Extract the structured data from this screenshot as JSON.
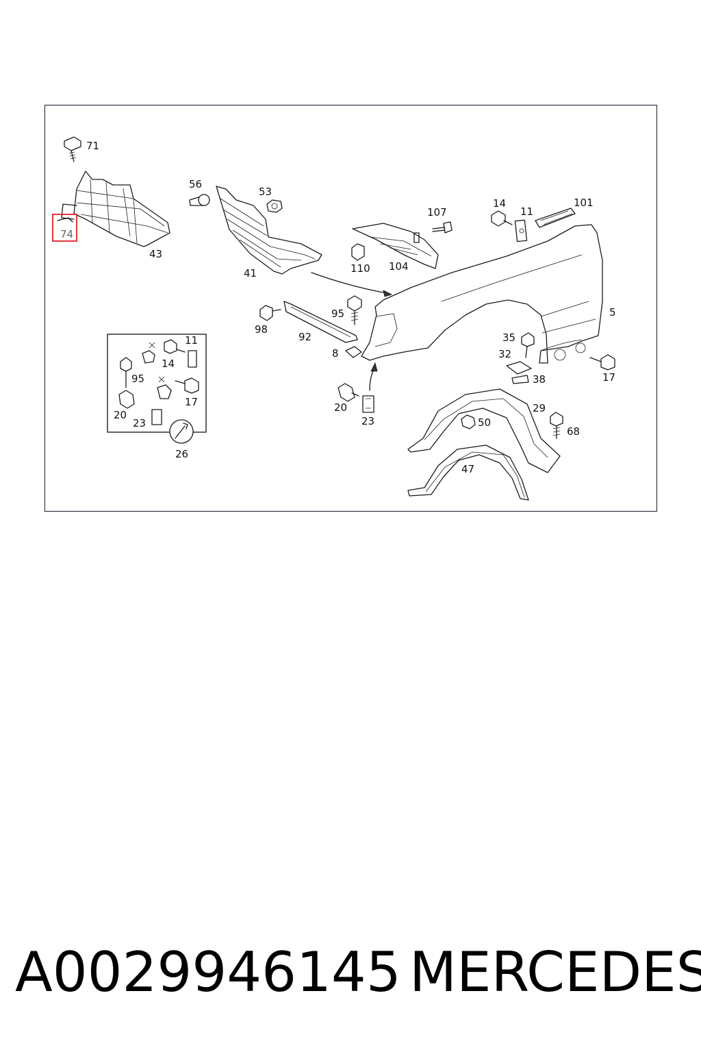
{
  "diagram": {
    "highlight_color": "#e0202a",
    "frame_color": "#1a1a2e",
    "highlighted_label": "74",
    "labels": {
      "l71": "71",
      "l74": "74",
      "l43": "43",
      "l56": "56",
      "l53": "53",
      "l41": "41",
      "l107": "107",
      "l110": "110",
      "l104": "104",
      "l14a": "14",
      "l11a": "11",
      "l101": "101",
      "l5": "5",
      "l95a": "95",
      "l98": "98",
      "l92": "92",
      "l8": "8",
      "l35": "35",
      "l32": "32",
      "l38": "38",
      "l17a": "17",
      "l20a": "20",
      "l23a": "23",
      "l29": "29",
      "l50": "50",
      "l68": "68",
      "l47": "47",
      "l11b": "11",
      "l14b": "14",
      "l95b": "95",
      "l17b": "17",
      "l20b": "20",
      "l23b": "23",
      "l26": "26"
    }
  },
  "caption": {
    "part_number": "A0029946145",
    "brand": "MERCEDES"
  }
}
